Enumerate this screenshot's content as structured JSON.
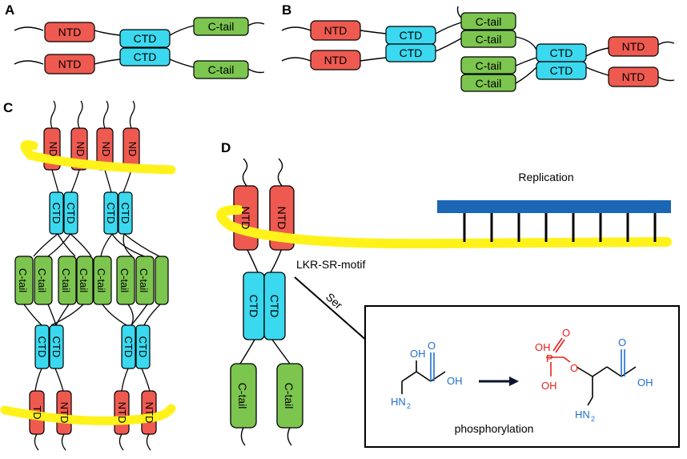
{
  "colors": {
    "ntd": "#ef5a50",
    "ctd": "#3ad9ef",
    "ctail": "#7cc54f",
    "dna": "#fff21a",
    "replication_bar": "#1b66b5",
    "chem_blue": "#1f6fd1",
    "chem_red": "#e8201a"
  },
  "panels": {
    "a": "A",
    "b": "B",
    "c": "C",
    "d": "D"
  },
  "labels": {
    "ntd": "NTD",
    "ctd": "CTD",
    "ctail": "C-tail",
    "ntd_partial": "ND",
    "ntd_partial_2": "TD",
    "replication": "Replication",
    "motif": "LKR-SR-motif",
    "ser": "Ser",
    "phosphorylation": "phosphorylation"
  },
  "chemistry": {
    "oh": "OH",
    "o": "O",
    "p": "P",
    "nh2_base": "HN",
    "nh2_sub": "2",
    "h2n_base": "HN",
    "h2n_sub": "2",
    "arrow": "reaction-arrow"
  }
}
